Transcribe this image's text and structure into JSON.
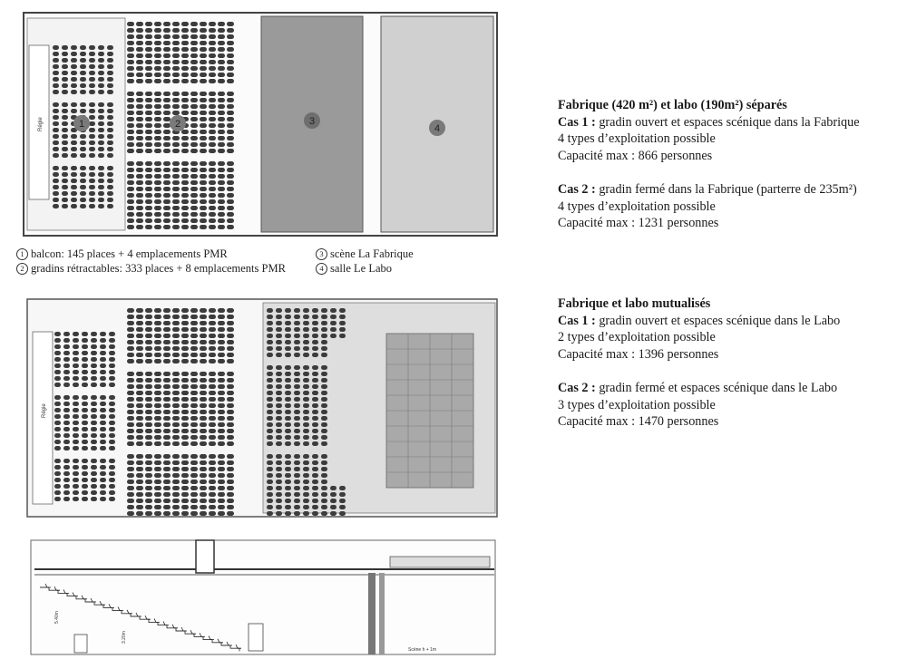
{
  "plan1": {
    "markers": [
      {
        "num": "1"
      },
      {
        "num": "2"
      },
      {
        "num": "3"
      },
      {
        "num": "4"
      }
    ],
    "regie_label": "Régie"
  },
  "legend": {
    "items": [
      {
        "num": "1",
        "text": "balcon: 145 places + 4 emplacements PMR"
      },
      {
        "num": "2",
        "text": "gradins rétractables: 333 places + 8 emplacements PMR"
      },
      {
        "num": "3",
        "text": "scène La Fabrique"
      },
      {
        "num": "4",
        "text": "salle Le Labo"
      }
    ]
  },
  "plan2": {
    "regie_label": "Régie"
  },
  "section": {
    "dim1": "5.40m",
    "dim2": "3.20m",
    "scene_label": "Scène h + 1m"
  },
  "separated": {
    "heading": "Fabrique (420 m²) et labo (190m²) séparés",
    "case1": {
      "label": "Cas 1 :",
      "desc": " gradin ouvert et espaces scénique dans la Fabrique",
      "types": "4 types d’exploitation possible",
      "capacity": "Capacité max : 866 personnes"
    },
    "case2": {
      "label": "Cas 2 :",
      "desc": " gradin fermé dans la Fabrique (parterre de 235m²)",
      "types": "4 types d’exploitation possible",
      "capacity": "Capacité max : 1231 personnes"
    }
  },
  "mutualized": {
    "heading": "Fabrique et labo mutualisés",
    "case1": {
      "label": "Cas 1 :",
      "desc": " gradin ouvert et espaces scénique dans le Labo",
      "types": "2 types d’exploitation possible",
      "capacity": "Capacité max : 1396 personnes"
    },
    "case2": {
      "label": "Cas 2 :",
      "desc": " gradin fermé et espaces scénique dans le Labo",
      "types": "3 types d’exploitation possible",
      "capacity": "Capacité max : 1470 personnes"
    }
  },
  "colors": {
    "seat": "#3c3c3c",
    "stage": "#9a9a9a",
    "labo": "#cfcfcf",
    "floor2": "#dedede"
  }
}
